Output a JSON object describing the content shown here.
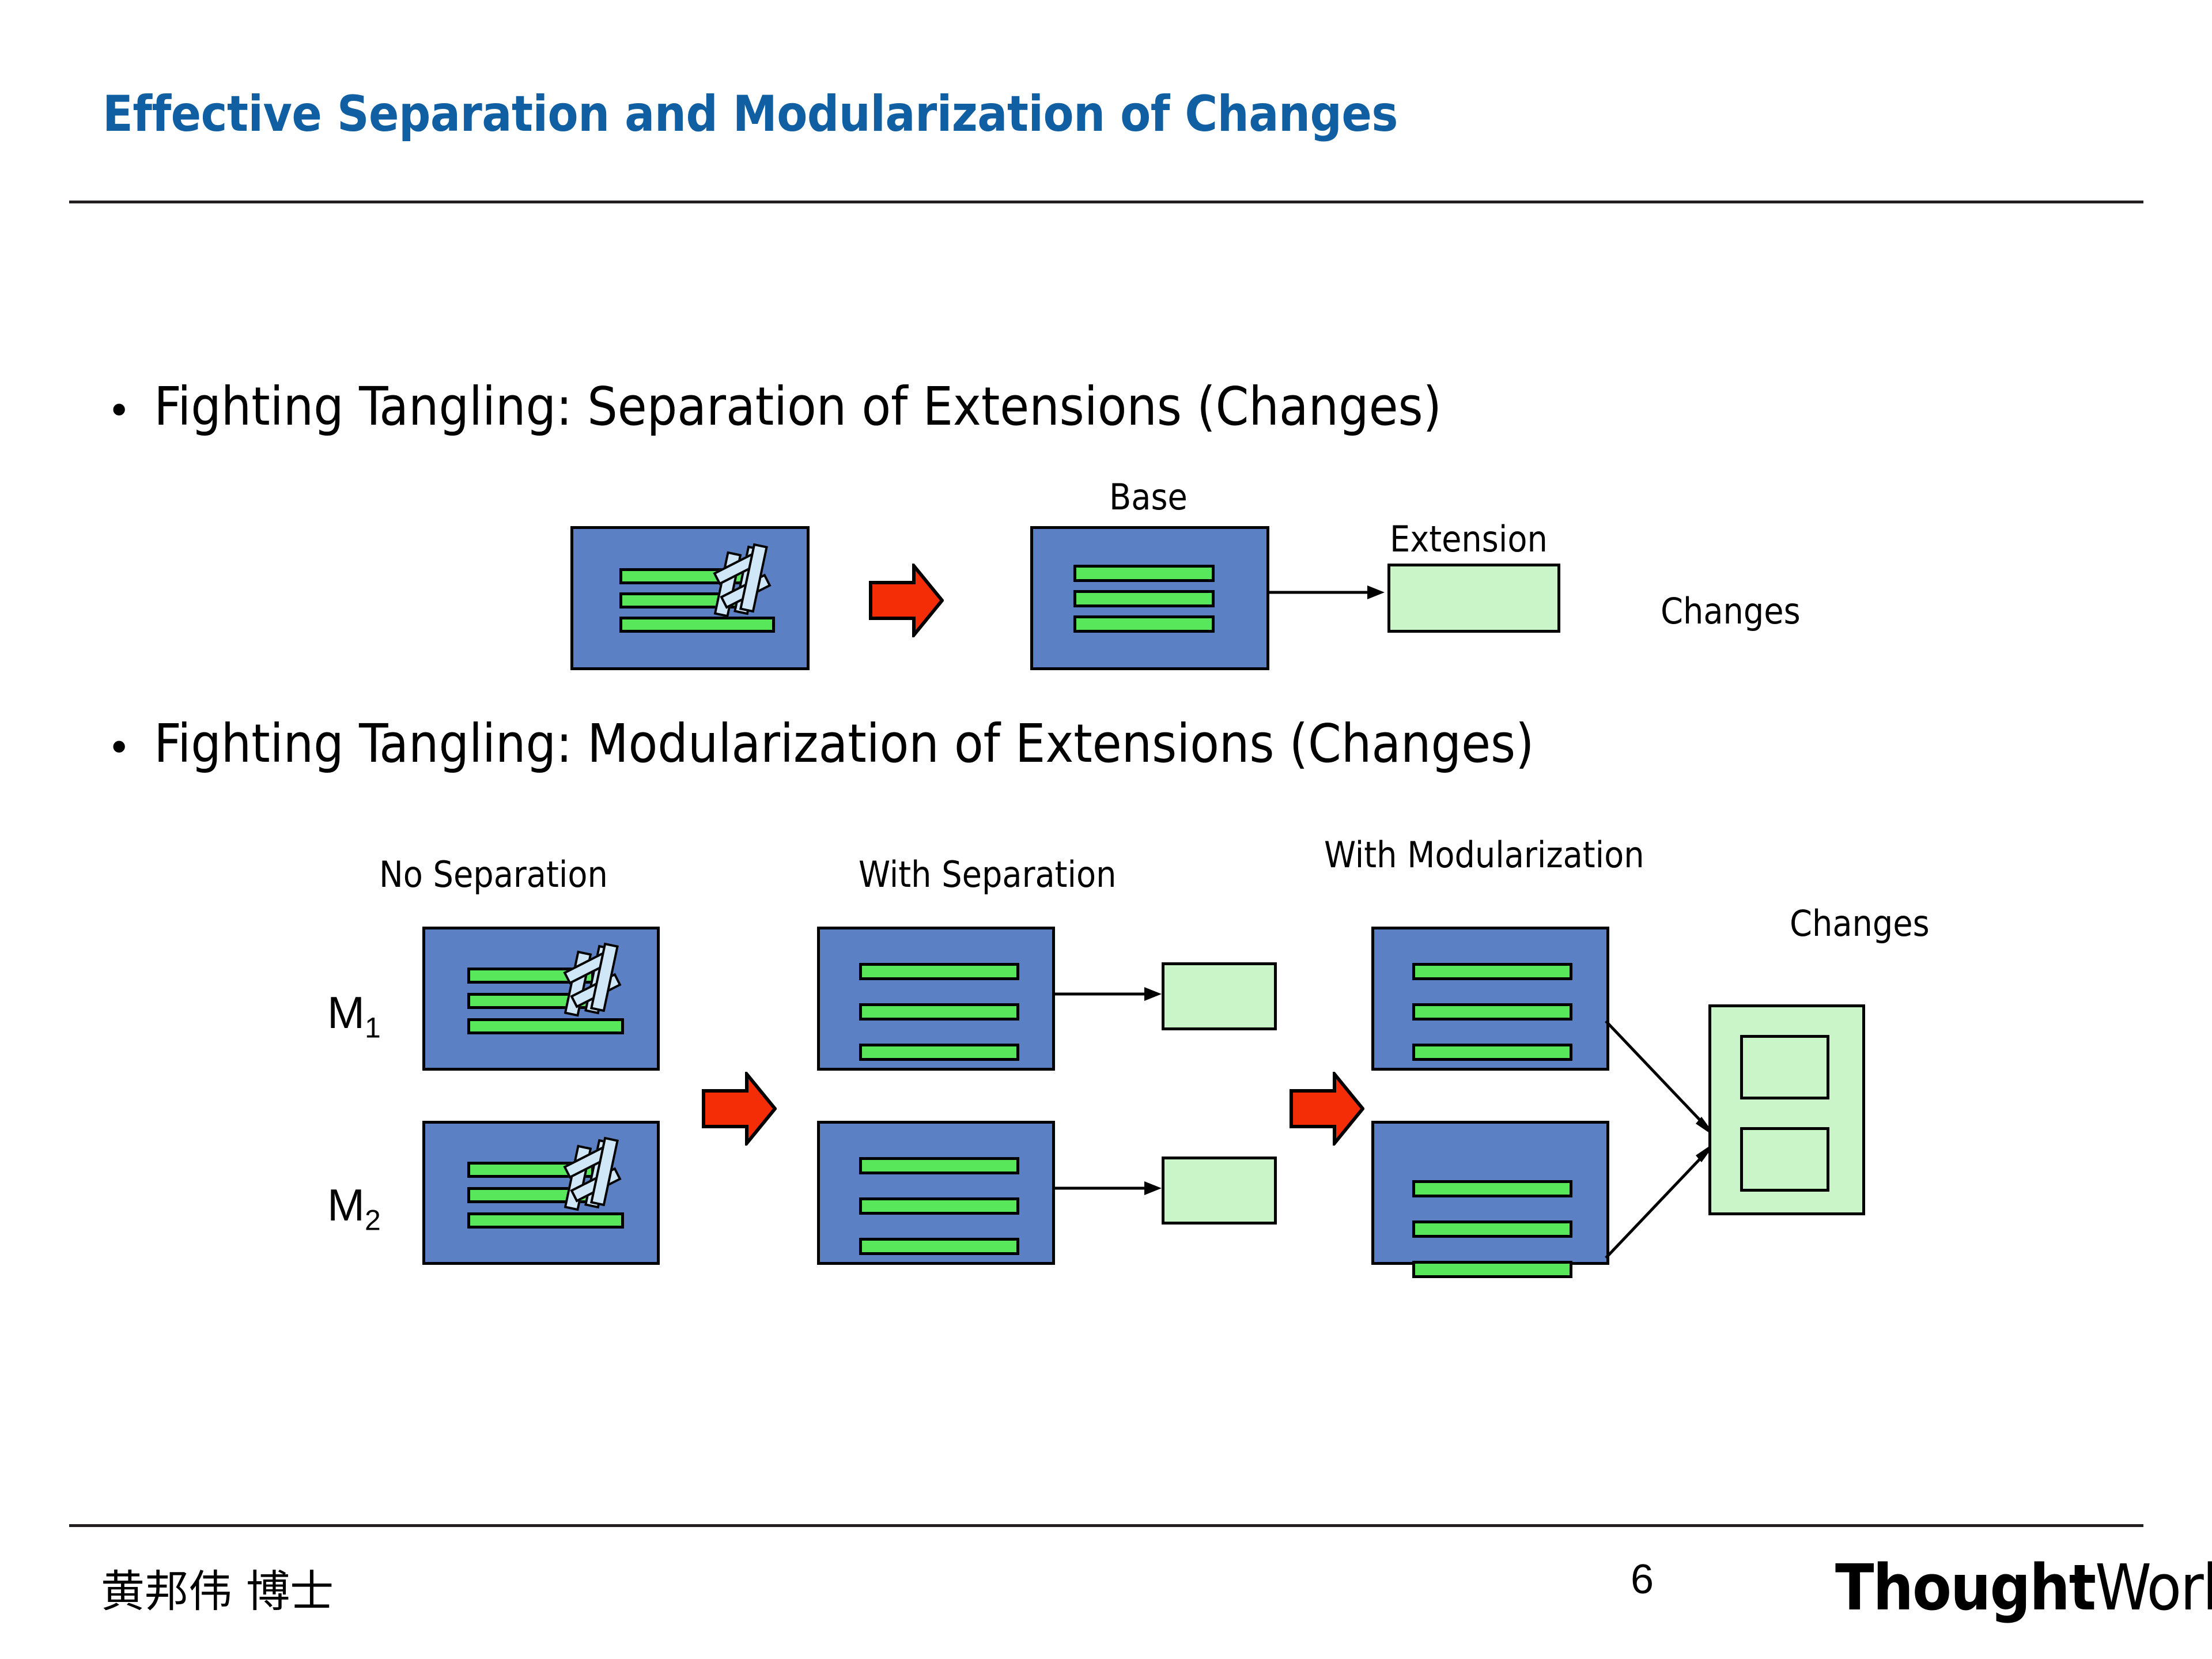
{
  "slide": {
    "title": "Effective Separation and Modularization of Changes",
    "title_color": "#105FA3",
    "page_number": "6",
    "author": "黄邦伟 博士",
    "brand": {
      "name_bold": "Thought",
      "name_light": "Works",
      "registered_mark": "®"
    }
  },
  "bullets": [
    {
      "marker": "•",
      "text": "Fighting Tangling: Separation of Extensions (Changes)"
    },
    {
      "marker": "•",
      "text": "Fighting Tangling: Modularization of Extensions (Changes)"
    }
  ],
  "diagram_top": {
    "labels": {
      "base": "Base",
      "extension": "Extension",
      "changes": "Changes"
    },
    "tangled_module": {
      "bars": 3,
      "crosscut_bars": 5
    },
    "base_module": {
      "bars": 3
    },
    "arrow_transform": "red-block-arrow",
    "arrow_link": "base-to-extension"
  },
  "diagram_bottom": {
    "column_headers": {
      "no_separation": "No Separation",
      "with_separation": "With Separation",
      "with_modularization": "With Modularization",
      "changes": "Changes"
    },
    "module_labels": [
      {
        "base": "M",
        "sub": "1"
      },
      {
        "base": "M",
        "sub": "2"
      }
    ],
    "no_separation_modules": [
      {
        "bars": 3,
        "crosscut_bars": 5
      },
      {
        "bars": 3,
        "crosscut_bars": 5
      }
    ],
    "with_separation_modules": [
      {
        "bars": 3,
        "extension": true
      },
      {
        "bars": 3,
        "extension": true
      }
    ],
    "with_modularization_modules": [
      {
        "bars": 3
      },
      {
        "bars": 3
      }
    ],
    "changes_container": {
      "inner_boxes": 2
    }
  },
  "colors": {
    "module_blue": "#5B81C4",
    "bar_green": "#58E65B",
    "extension_green": "#C9F5C8",
    "crosscut_blue": "#CFE7F7",
    "arrow_red": "#F52D06",
    "title_blue": "#105FA3",
    "rule_black": "#231F20"
  }
}
